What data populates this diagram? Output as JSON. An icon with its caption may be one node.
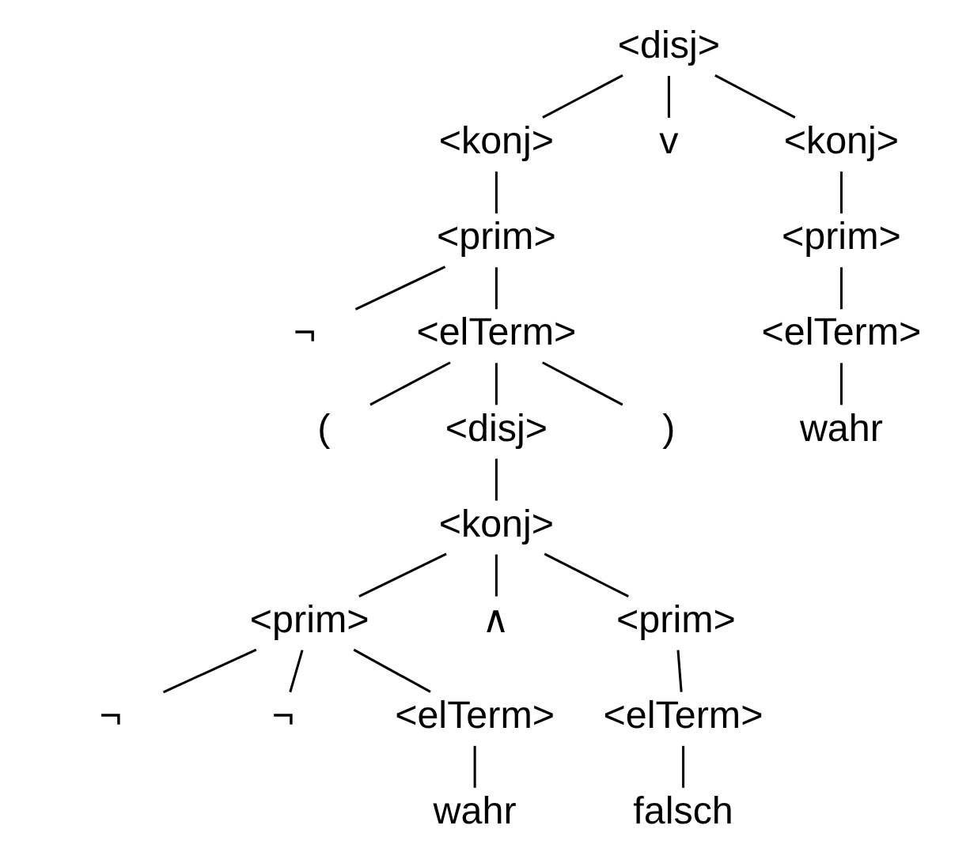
{
  "diagram": {
    "nodes": [
      {
        "text": [
          "<disj>"
        ]
      },
      {
        "text": [
          "<konj>"
        ]
      },
      {
        "text": [
          "v"
        ]
      },
      {
        "text": [
          "<konj>"
        ]
      },
      {
        "text": [
          "<prim>"
        ]
      },
      {
        "text": [
          "<prim>"
        ]
      },
      {
        "text": [
          "¬"
        ]
      },
      {
        "text": [
          "<elTerm>"
        ]
      },
      {
        "text": [
          "<elTerm>"
        ]
      },
      {
        "text": [
          "("
        ]
      },
      {
        "text": [
          "<disj>"
        ]
      },
      {
        "text": [
          ")"
        ]
      },
      {
        "text": [
          "wahr"
        ]
      },
      {
        "text": [
          "<konj>"
        ]
      },
      {
        "text": [
          "<prim>"
        ]
      },
      {
        "text": [
          "∧"
        ]
      },
      {
        "text": [
          "<prim>"
        ]
      },
      {
        "text": [
          "¬"
        ]
      },
      {
        "text": [
          "¬"
        ]
      },
      {
        "text": [
          "<elTerm>"
        ]
      },
      {
        "text": [
          "<elTerm>"
        ]
      },
      {
        "text": [
          "wahr"
        ]
      },
      {
        "text": [
          "falsch"
        ]
      }
    ],
    "edges": [
      {
        "from": 0,
        "to": 1,
        "arrow": "none"
      },
      {
        "from": 0,
        "to": 2,
        "arrow": "none"
      },
      {
        "from": 0,
        "to": 3,
        "arrow": "none"
      },
      {
        "from": 1,
        "to": 4,
        "arrow": "none"
      },
      {
        "from": 3,
        "to": 5,
        "arrow": "none"
      },
      {
        "from": 4,
        "to": 6,
        "arrow": "none"
      },
      {
        "from": 4,
        "to": 7,
        "arrow": "none"
      },
      {
        "from": 5,
        "to": 8,
        "arrow": "none"
      },
      {
        "from": 7,
        "to": 9,
        "arrow": "none"
      },
      {
        "from": 7,
        "to": 10,
        "arrow": "none"
      },
      {
        "from": 7,
        "to": 11,
        "arrow": "none"
      },
      {
        "from": 8,
        "to": 12,
        "arrow": "none"
      },
      {
        "from": 10,
        "to": 13,
        "arrow": "none"
      },
      {
        "from": 13,
        "to": 14,
        "arrow": "none"
      },
      {
        "from": 13,
        "to": 15,
        "arrow": "none"
      },
      {
        "from": 13,
        "to": 16,
        "arrow": "none"
      },
      {
        "from": 14,
        "to": 17,
        "arrow": "none"
      },
      {
        "from": 14,
        "to": 18,
        "arrow": "none"
      },
      {
        "from": 14,
        "to": 19,
        "arrow": "none"
      },
      {
        "from": 16,
        "to": 20,
        "arrow": "none"
      },
      {
        "from": 19,
        "to": 21,
        "arrow": "none"
      },
      {
        "from": 20,
        "to": 22,
        "arrow": "none"
      }
    ]
  }
}
